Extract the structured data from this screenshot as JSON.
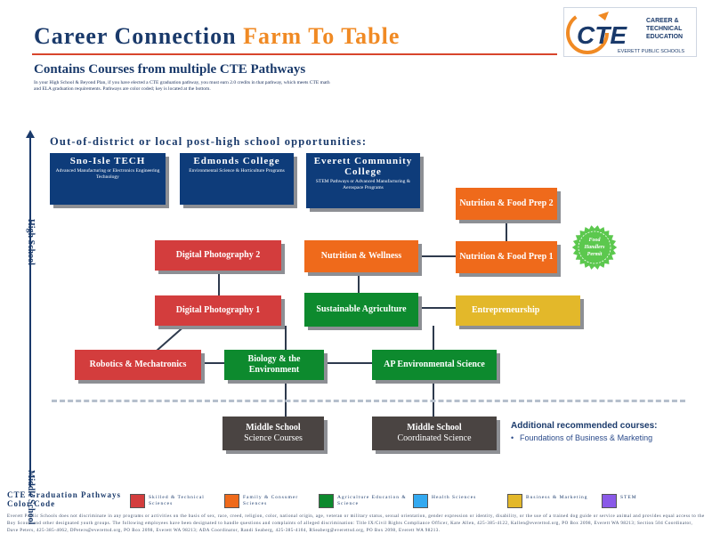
{
  "header": {
    "title_main": "Career Connection ",
    "title_accent": "Farm To Table",
    "subtitle": "Contains Courses from multiple CTE Pathways",
    "intro": "In your High School & Beyond Plan, if you have elected a CTE graduation pathway, you must earn 2.0 credits in that pathway, which meets CTE math and ELA graduation requirements. Pathways are color coded; key is located at the bottom."
  },
  "logo": {
    "text_big": "CTE",
    "text_line1": "CAREER &",
    "text_line2": "TECHNICAL",
    "text_line3": "EDUCATION",
    "text_line4": "EVERETT PUBLIC SCHOOLS"
  },
  "axis": {
    "high_school": "High School",
    "middle_school": "Middle School"
  },
  "post_high_school": {
    "heading": "Out-of-district or local post-high school opportunities:",
    "colleges": [
      {
        "name": "Sno-Isle TECH",
        "desc": "Advanced Manufacturing or Electronics Engineering Technology"
      },
      {
        "name": "Edmonds College",
        "desc": "Environmental Science & Horticulture Programs"
      },
      {
        "name": "Everett Community College",
        "desc": "STEM Pathways or Advanced Manufacturing & Aerospace Programs"
      }
    ]
  },
  "courses": {
    "nutrition_food_prep_2": "Nutrition & Food Prep 2",
    "digital_photography_2": "Digital Photography 2",
    "nutrition_wellness": "Nutrition & Wellness",
    "nutrition_food_prep_1": "Nutrition & Food Prep 1",
    "digital_photography_1": "Digital Photography 1",
    "sustainable_agriculture": "Sustainable Agriculture",
    "entrepreneurship": "Entrepreneurship",
    "robotics_mechatronics": "Robotics & Mechatronics",
    "biology_environment": "Biology & the Environment",
    "ap_environmental_science": "AP Environmental Science",
    "ms_science_title": "Middle School",
    "ms_science_sub": "Science Courses",
    "ms_coordinated_title": "Middle School",
    "ms_coordinated_sub": "Coordinated Science"
  },
  "badge": {
    "text": "Food Handlers Permit",
    "color": "#5cc84e"
  },
  "additional": {
    "title": "Additional recommended courses:",
    "items": [
      "Foundations of Business & Marketing"
    ]
  },
  "legend": {
    "title": "CTE Graduation Pathways Color Code",
    "items": [
      {
        "label": "Skilled & Technical Sciences",
        "color": "#d33d3d"
      },
      {
        "label": "Family & Consumer Sciences",
        "color": "#ef6a1b"
      },
      {
        "label": "Agriculture Education & Science",
        "color": "#0d8a2e"
      },
      {
        "label": "Health Sciences",
        "color": "#33a9f0"
      },
      {
        "label": "Business & Marketing",
        "color": "#e3b82a"
      },
      {
        "label": "STEM",
        "color": "#8a5ae8"
      }
    ]
  },
  "footer": "Everett Public Schools does not discriminate in any programs or activities on the basis of sex, race, creed, religion, color, national origin, age, veteran or military status, sexual orientation, gender expression or identity, disability, or the use of a trained dog guide or service animal and provides equal access to the Boy Scouts and other designated youth groups. The following employees have been designated to handle questions and complaints of alleged discrimination: Title IX/Civil Rights Compliance Officer, Kate Allen, 425-385-4122, Kallen@everettsd.org, PO Box 2098, Everett WA 98213; Section 504 Coordinator, Dave Peters, 425-385-4062, DPeters@everettsd.org, PO Box 2098, Everett WA 98213; ADA Coordinator, Randi Seaberg, 425-385-4104, RSeaberg@everettsd.org, PO Box 2098, Everett WA 98213."
}
